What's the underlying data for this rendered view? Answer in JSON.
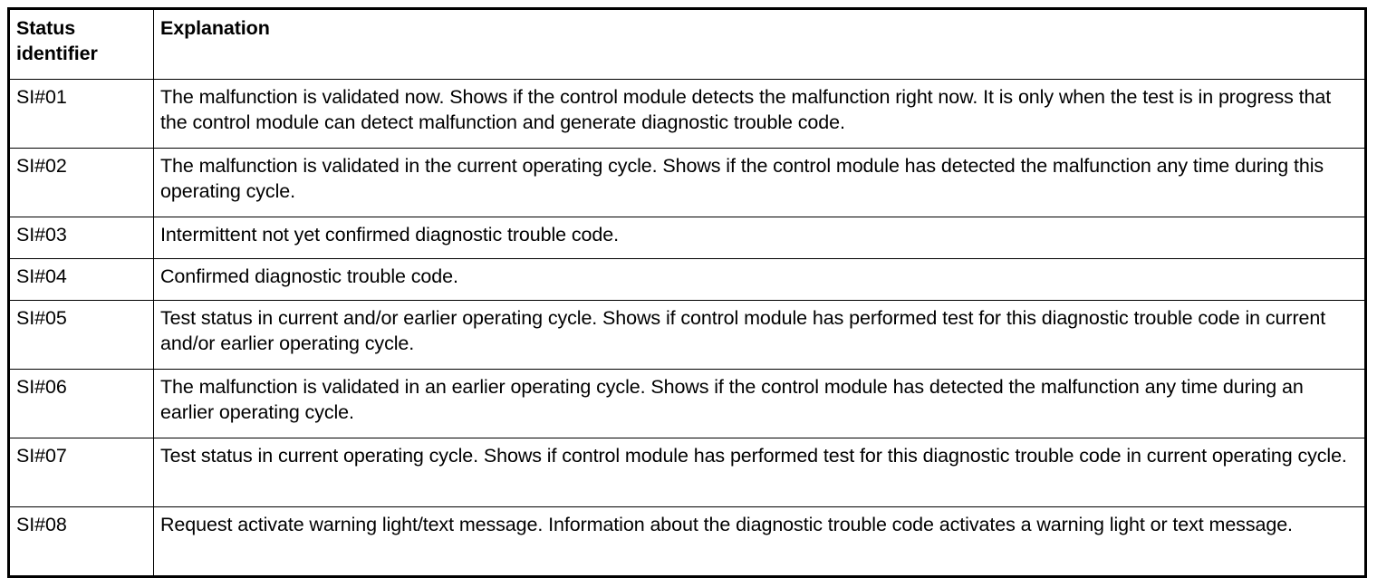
{
  "table": {
    "columns": [
      {
        "key": "status_identifier",
        "label": "Status\nidentifier"
      },
      {
        "key": "explanation",
        "label": "Explanation"
      }
    ],
    "header": {
      "status_identifier": "Status identifier",
      "status_identifier_line1": "Status",
      "status_identifier_line2": "identifier",
      "explanation": "Explanation"
    },
    "rows": [
      {
        "id": "SI#01",
        "explanation": "The malfunction is validated now. Shows if the control module detects the malfunction right now. It is only when the test is in progress that the control module can detect malfunction and generate diagnostic trouble code."
      },
      {
        "id": "SI#02",
        "explanation": "The malfunction is validated in the current operating cycle. Shows if the control module has detected the malfunction any time during this operating cycle."
      },
      {
        "id": "SI#03",
        "explanation": "Intermittent not yet confirmed diagnostic trouble code."
      },
      {
        "id": "SI#04",
        "explanation": "Confirmed diagnostic trouble code."
      },
      {
        "id": "SI#05",
        "explanation": "Test status in current and/or earlier operating cycle. Shows if control module has performed test for this diagnostic trouble code in current and/or earlier operating cycle."
      },
      {
        "id": "SI#06",
        "explanation": "The malfunction is validated in an earlier operating cycle. Shows if the control module has detected the malfunction any time during an earlier operating cycle."
      },
      {
        "id": "SI#07",
        "explanation": "Test status in current operating cycle. Shows if control module has performed test for this diagnostic trouble code in current operating cycle."
      },
      {
        "id": "SI#08",
        "explanation": "Request activate warning light/text message. Information about the diagnostic trouble code activates a warning light or text message."
      }
    ]
  },
  "colors": {
    "border": "#000000",
    "text": "#000000",
    "background": "#ffffff"
  }
}
